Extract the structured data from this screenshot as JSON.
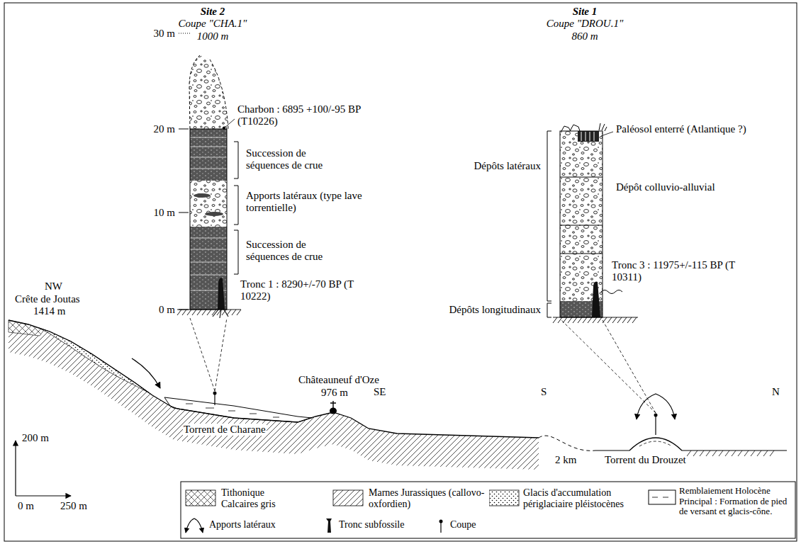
{
  "diagram": {
    "nodes": [
      {
        "text": [
          "Site 2",
          "Coupe \"CHA.1\"",
          "1000 m"
        ]
      },
      {
        "text": [
          "Site 1",
          "Coupe \"DROU.1\"",
          "860 m"
        ]
      }
    ],
    "labels": [
      "30 m",
      "20 m",
      "10 m",
      "0 m",
      "Charbon : 6895 +100/-95 BP (T10226)",
      "Succession de séquences de crue",
      "Apports latéraux (type lave torrentielle)",
      "Succession de séquences de crue",
      "Tronc 1 : 8290+/-70 BP (T 10222)",
      "Paléosol enterré (Atlantique ?)",
      "Dépôt colluvio-alluvial",
      "Dépôts latéraux",
      "Dépôts longitudinaux",
      "Tronc 3 : 11975+/-115 BP (T 10311)",
      "NW",
      "Crête de Joutas",
      "1414 m",
      "Châteauneuf d'Oze",
      "976 m",
      "Torrent de Charane",
      "SE",
      "2 km",
      "S",
      "N",
      "Torrent du Drouzet",
      "200 m",
      "0 m",
      "250 m"
    ],
    "legend": [
      {
        "text": "Tithonique Calcaires gris"
      },
      {
        "text": "Marnes Jurassiques (callovo-oxfordien)"
      },
      {
        "text": "Glacis d'accumulation périglaciaire pléistocènes"
      },
      {
        "text": "Remblaiement Holocène Principal : Formation de pied de versant et glacis-cône."
      },
      {
        "text": "Apports latéraux"
      },
      {
        "text": "Tronc subfossile"
      },
      {
        "text": "Coupe"
      }
    ]
  }
}
